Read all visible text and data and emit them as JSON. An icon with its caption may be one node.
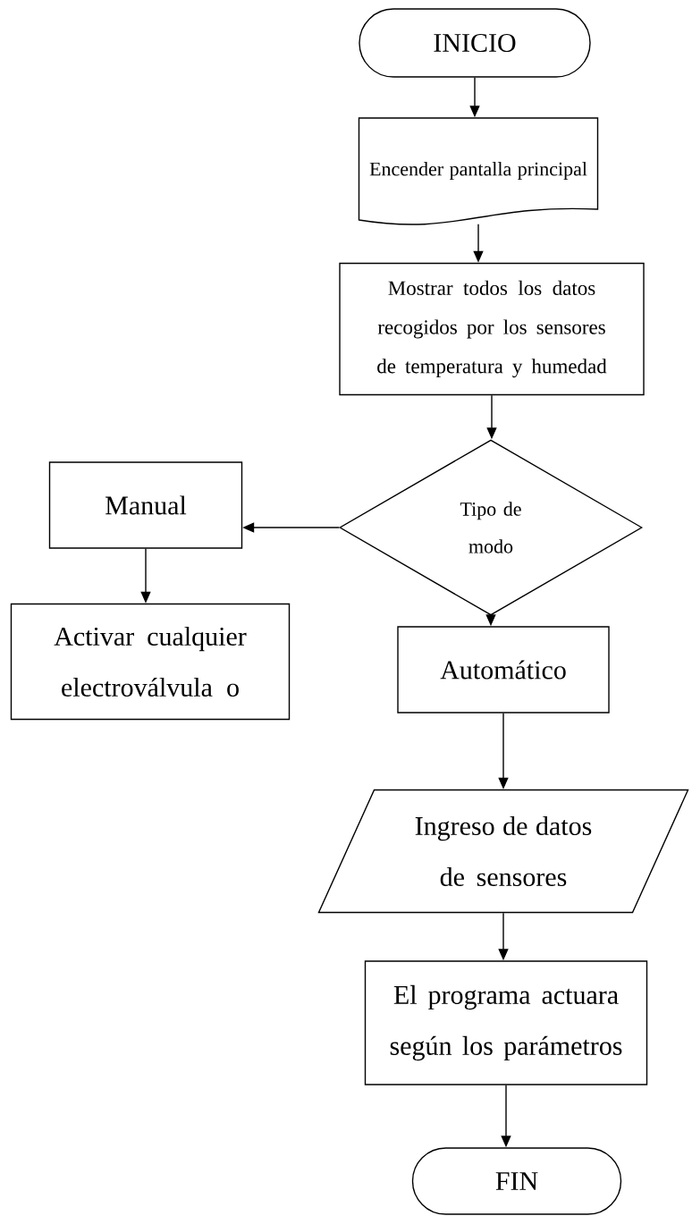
{
  "diagram": {
    "nodes": [
      {
        "text": [
          "INICIO"
        ]
      },
      {
        "text": [
          "Encender pantalla principal"
        ]
      },
      {
        "text": [
          "Mostrar todos los datos recogidos por los sensores de temperatura y humedad"
        ]
      },
      {
        "text": [
          "Tipo de modo"
        ]
      },
      {
        "text": [
          "Manual"
        ]
      },
      {
        "text": [
          "Activar cualquier electroválvula o"
        ]
      },
      {
        "text": [
          "Automático"
        ]
      },
      {
        "text": [
          "Ingreso de datos de sensores"
        ]
      },
      {
        "text": [
          "El programa actuara según los parámetros"
        ]
      },
      {
        "text": [
          "FIN"
        ]
      }
    ],
    "edges": [
      {
        "from": 0,
        "to": 1,
        "arrow": "to"
      },
      {
        "from": 1,
        "to": 2,
        "arrow": "to"
      },
      {
        "from": 2,
        "to": 3,
        "arrow": "to"
      },
      {
        "from": 3,
        "to": 4,
        "arrow": "to"
      },
      {
        "from": 4,
        "to": 5,
        "arrow": "to"
      },
      {
        "from": 3,
        "to": 6,
        "arrow": "to"
      },
      {
        "from": 6,
        "to": 7,
        "arrow": "to"
      },
      {
        "from": 7,
        "to": 8,
        "arrow": "to"
      },
      {
        "from": 8,
        "to": 9,
        "arrow": "to"
      }
    ]
  }
}
